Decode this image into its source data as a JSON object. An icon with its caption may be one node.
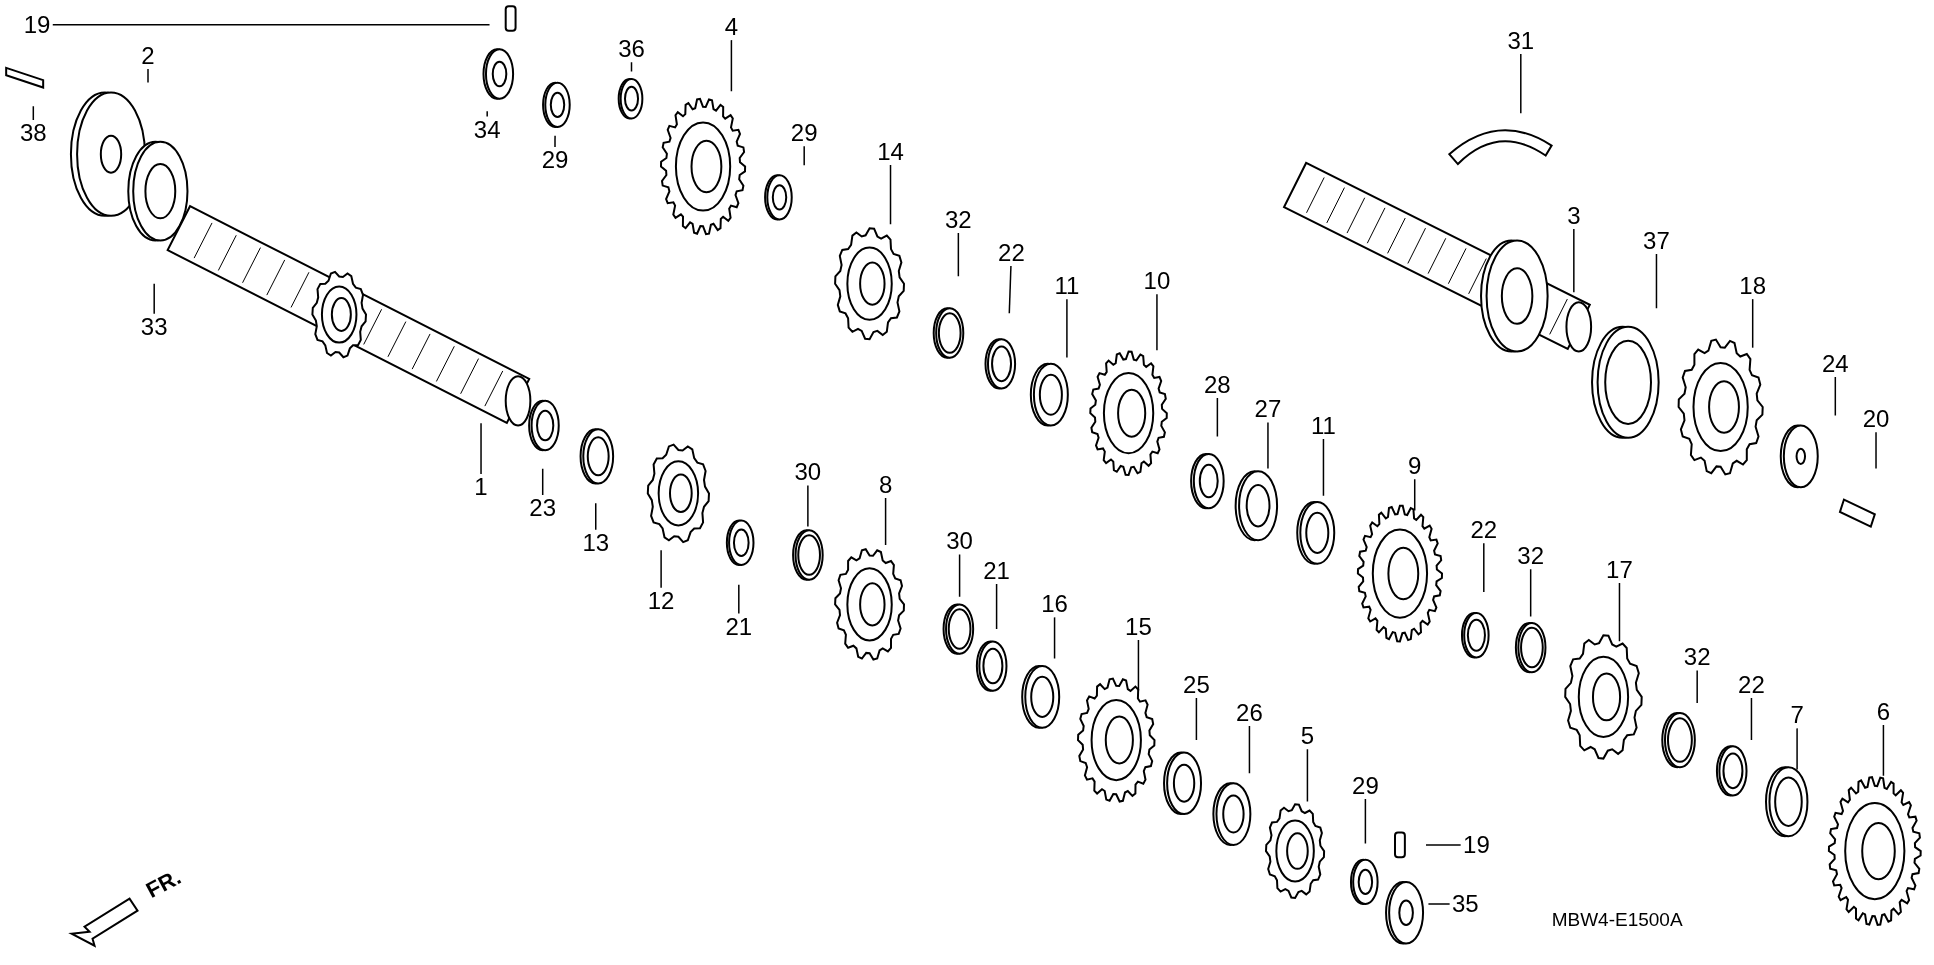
{
  "diagram": {
    "nodes": [
      {
        "text": [
          "19"
        ]
      },
      {
        "text": [
          "2"
        ]
      },
      {
        "text": [
          "36"
        ]
      },
      {
        "text": [
          "4"
        ]
      },
      {
        "text": [
          "31"
        ]
      },
      {
        "text": [
          "38"
        ]
      },
      {
        "text": [
          "34"
        ]
      },
      {
        "text": [
          "14"
        ]
      },
      {
        "text": [
          "29"
        ]
      },
      {
        "text": [
          "29"
        ]
      },
      {
        "text": [
          "3"
        ]
      },
      {
        "text": [
          "32"
        ]
      },
      {
        "text": [
          "37"
        ]
      },
      {
        "text": [
          "22"
        ]
      },
      {
        "text": [
          "18"
        ]
      },
      {
        "text": [
          "11"
        ]
      },
      {
        "text": [
          "10"
        ]
      },
      {
        "text": [
          "33"
        ]
      },
      {
        "text": [
          "24"
        ]
      },
      {
        "text": [
          "28"
        ]
      },
      {
        "text": [
          "27"
        ]
      },
      {
        "text": [
          "20"
        ]
      },
      {
        "text": [
          "11"
        ]
      },
      {
        "text": [
          "9"
        ]
      },
      {
        "text": [
          "30"
        ]
      },
      {
        "text": [
          "1"
        ]
      },
      {
        "text": [
          "8"
        ]
      },
      {
        "text": [
          "23"
        ]
      },
      {
        "text": [
          "22"
        ]
      },
      {
        "text": [
          "13"
        ]
      },
      {
        "text": [
          "30"
        ]
      },
      {
        "text": [
          "32"
        ]
      },
      {
        "text": [
          "17"
        ]
      },
      {
        "text": [
          "21"
        ]
      },
      {
        "text": [
          "12"
        ]
      },
      {
        "text": [
          "16"
        ]
      },
      {
        "text": [
          "21"
        ]
      },
      {
        "text": [
          "15"
        ]
      },
      {
        "text": [
          "32"
        ]
      },
      {
        "text": [
          "25"
        ]
      },
      {
        "text": [
          "22"
        ]
      },
      {
        "text": [
          "26"
        ]
      },
      {
        "text": [
          "6"
        ]
      },
      {
        "text": [
          "7"
        ]
      },
      {
        "text": [
          "5"
        ]
      },
      {
        "text": [
          "29"
        ]
      },
      {
        "text": [
          "19"
        ]
      },
      {
        "text": [
          "35"
        ]
      }
    ],
    "edges": [
      {
        "from": 0,
        "to": null,
        "arrow": "none"
      },
      {
        "from": 1,
        "to": null,
        "arrow": "none"
      },
      {
        "from": 2,
        "to": null,
        "arrow": "none"
      },
      {
        "from": 3,
        "to": null,
        "arrow": "none"
      },
      {
        "from": 4,
        "to": null,
        "arrow": "none"
      },
      {
        "from": 5,
        "to": null,
        "arrow": "none"
      },
      {
        "from": 6,
        "to": null,
        "arrow": "none"
      },
      {
        "from": 7,
        "to": null,
        "arrow": "none"
      },
      {
        "from": 8,
        "to": null,
        "arrow": "none"
      },
      {
        "from": 9,
        "to": null,
        "arrow": "none"
      },
      {
        "from": 10,
        "to": null,
        "arrow": "none"
      },
      {
        "from": 11,
        "to": null,
        "arrow": "none"
      },
      {
        "from": 12,
        "to": null,
        "arrow": "none"
      },
      {
        "from": 13,
        "to": null,
        "arrow": "none"
      },
      {
        "from": 14,
        "to": null,
        "arrow": "none"
      },
      {
        "from": 15,
        "to": null,
        "arrow": "none"
      },
      {
        "from": 16,
        "to": null,
        "arrow": "none"
      },
      {
        "from": 17,
        "to": null,
        "arrow": "none"
      },
      {
        "from": 18,
        "to": null,
        "arrow": "none"
      },
      {
        "from": 19,
        "to": null,
        "arrow": "none"
      },
      {
        "from": 20,
        "to": null,
        "arrow": "none"
      },
      {
        "from": 21,
        "to": null,
        "arrow": "none"
      },
      {
        "from": 22,
        "to": null,
        "arrow": "none"
      },
      {
        "from": 23,
        "to": null,
        "arrow": "none"
      },
      {
        "from": 24,
        "to": null,
        "arrow": "none"
      },
      {
        "from": 25,
        "to": null,
        "arrow": "none"
      },
      {
        "from": 26,
        "to": null,
        "arrow": "none"
      },
      {
        "from": 27,
        "to": null,
        "arrow": "none"
      },
      {
        "from": 28,
        "to": null,
        "arrow": "none"
      },
      {
        "from": 29,
        "to": null,
        "arrow": "none"
      },
      {
        "from": 30,
        "to": null,
        "arrow": "none"
      },
      {
        "from": 31,
        "to": null,
        "arrow": "none"
      },
      {
        "from": 32,
        "to": null,
        "arrow": "none"
      },
      {
        "from": 33,
        "to": null,
        "arrow": "none"
      },
      {
        "from": 34,
        "to": null,
        "arrow": "none"
      },
      {
        "from": 35,
        "to": null,
        "arrow": "none"
      },
      {
        "from": 36,
        "to": null,
        "arrow": "none"
      },
      {
        "from": 37,
        "to": null,
        "arrow": "none"
      },
      {
        "from": 38,
        "to": null,
        "arrow": "none"
      },
      {
        "from": 39,
        "to": null,
        "arrow": "none"
      },
      {
        "from": 40,
        "to": null,
        "arrow": "none"
      },
      {
        "from": 41,
        "to": null,
        "arrow": "none"
      },
      {
        "from": 42,
        "to": null,
        "arrow": "none"
      },
      {
        "from": 43,
        "to": null,
        "arrow": "none"
      },
      {
        "from": 44,
        "to": null,
        "arrow": "none"
      },
      {
        "from": 45,
        "to": null,
        "arrow": "none"
      },
      {
        "from": 46,
        "to": null,
        "arrow": "none"
      },
      {
        "from": 47,
        "to": null,
        "arrow": "none"
      }
    ],
    "labels": [
      "FR.",
      "MBW4-E1500A"
    ]
  }
}
